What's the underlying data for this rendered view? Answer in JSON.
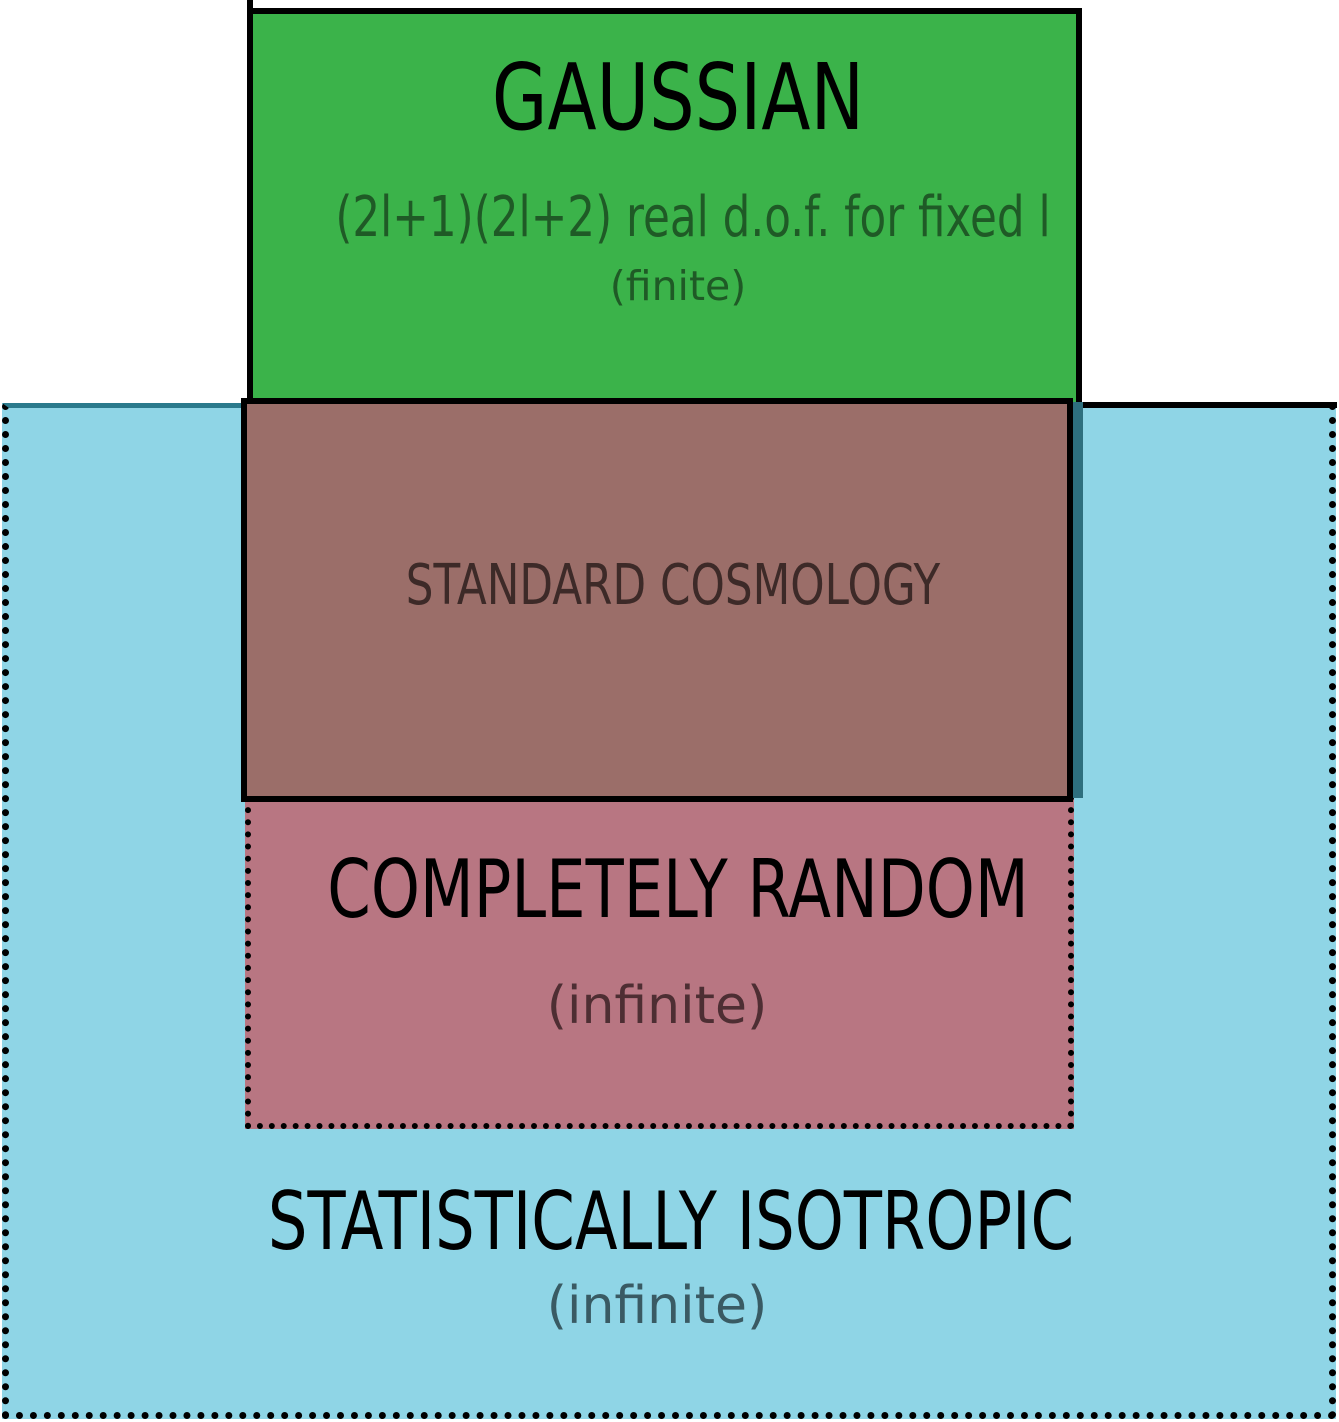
{
  "colors": {
    "isotropic_fill": "#8fd5e6",
    "gaussian_fill": "#3bb34a",
    "random_fill": "#b87682",
    "standard_fill": "#9b6e69"
  },
  "gaussian": {
    "title": "GAUSSIAN",
    "dof": "(2l+1)(2l+2) real d.o.f. for fixed l",
    "size": "(finite)"
  },
  "standard": {
    "title": "STANDARD COSMOLOGY"
  },
  "random": {
    "title": "COMPLETELY RANDOM",
    "size": "(infinite)"
  },
  "isotropic": {
    "title": "STATISTICALLY ISOTROPIC",
    "size": "(infinite)"
  }
}
